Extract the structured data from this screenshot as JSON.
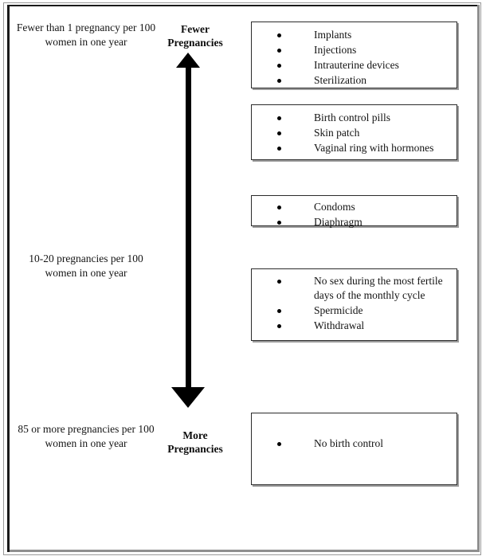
{
  "diagram": {
    "title": "Birth control effectiveness scale",
    "axis": {
      "top_caption": "Fewer\nPregnancies",
      "bottom_caption": "More\nPregnancies",
      "arrow_icon": "double-headed-vertical-arrow"
    },
    "scale_labels": [
      {
        "id": "top",
        "text": "Fewer than 1 pregnancy per 100 women in one year"
      },
      {
        "id": "middle",
        "text": "10-20 pregnancies per 100 women in one year"
      },
      {
        "id": "bottom",
        "text": "85 or more pregnancies per 100 women in one year"
      }
    ],
    "method_groups": [
      {
        "id": "most-effective",
        "items": [
          "Implants",
          "Injections",
          "Intrauterine devices",
          "Sterilization"
        ]
      },
      {
        "id": "hormonal",
        "items": [
          "Birth control pills",
          "Skin patch",
          "Vaginal ring with hormones"
        ]
      },
      {
        "id": "barrier",
        "items": [
          "Condoms",
          "Diaphragm"
        ]
      },
      {
        "id": "behavioral",
        "items": [
          "No sex during the most fertile days of the monthly cycle",
          "Spermicide",
          "Withdrawal"
        ]
      },
      {
        "id": "none",
        "items": [
          "No birth control"
        ]
      }
    ]
  },
  "colors": {
    "frame_outer": "#9a9a9a",
    "frame_inner": "#1a1a1a",
    "box_border": "#2b2b2b",
    "box_shadow": "#9d9d9d",
    "arrow": "#000000",
    "text": "#131313",
    "background": "#ffffff"
  }
}
